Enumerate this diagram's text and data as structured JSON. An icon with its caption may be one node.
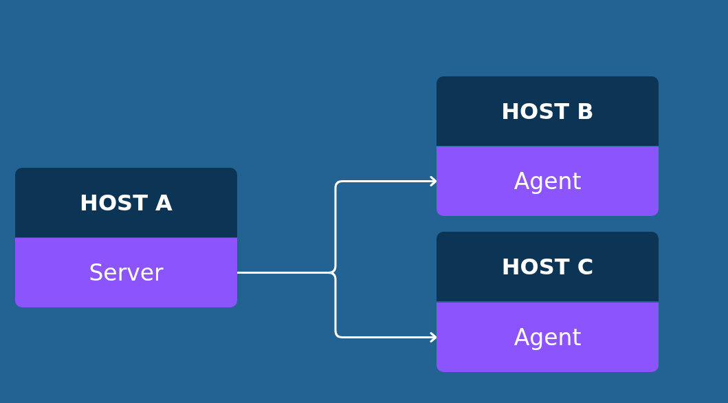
{
  "diagram": {
    "nodes": [
      {
        "text": [
          "HOST A"
        ]
      },
      {
        "text": [
          "Server"
        ]
      },
      {
        "text": [
          "HOST B"
        ]
      },
      {
        "text": [
          "Agent"
        ]
      },
      {
        "text": [
          "HOST C"
        ]
      },
      {
        "text": [
          "Agent"
        ]
      }
    ],
    "edges": [
      {
        "from": 1,
        "to": 3,
        "arrow": "to"
      },
      {
        "from": 1,
        "to": 5,
        "arrow": "to"
      }
    ]
  }
}
